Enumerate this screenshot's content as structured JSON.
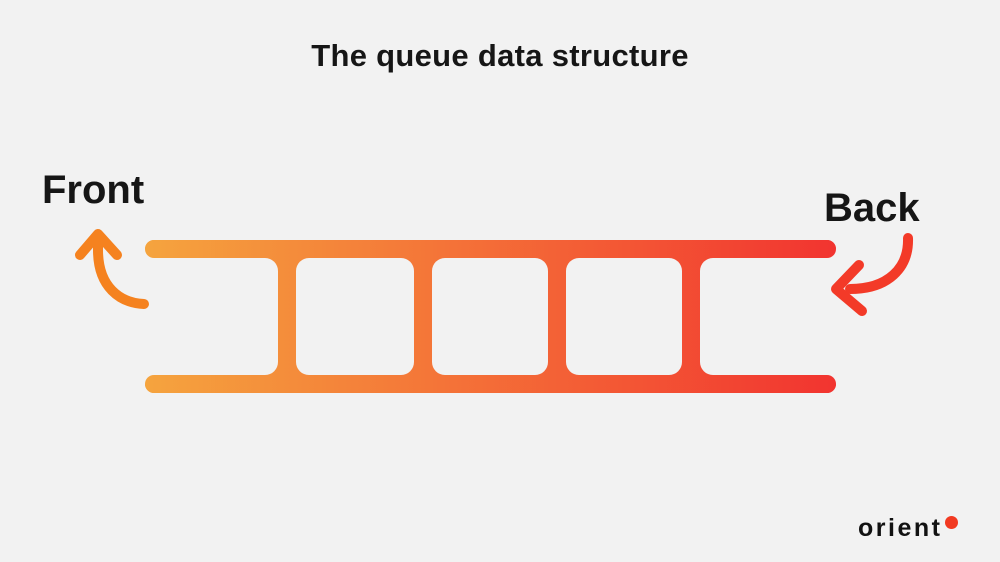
{
  "title": "The queue data structure",
  "queue": {
    "front_label": "Front",
    "back_label": "Back",
    "front_end": "left",
    "back_end": "right",
    "slot_count": 5,
    "divider_count": 4
  },
  "logo": {
    "text": "orient"
  },
  "colors": {
    "background": "#F2F2F2",
    "title_text": "#161616",
    "label_text": "#161616",
    "gradient_start": "#F5A43E",
    "gradient_end": "#F23430",
    "front_arrow": "#F5821F",
    "back_arrow": "#F33A28",
    "logo_text": "#121212",
    "logo_dot": "#F23A21"
  }
}
